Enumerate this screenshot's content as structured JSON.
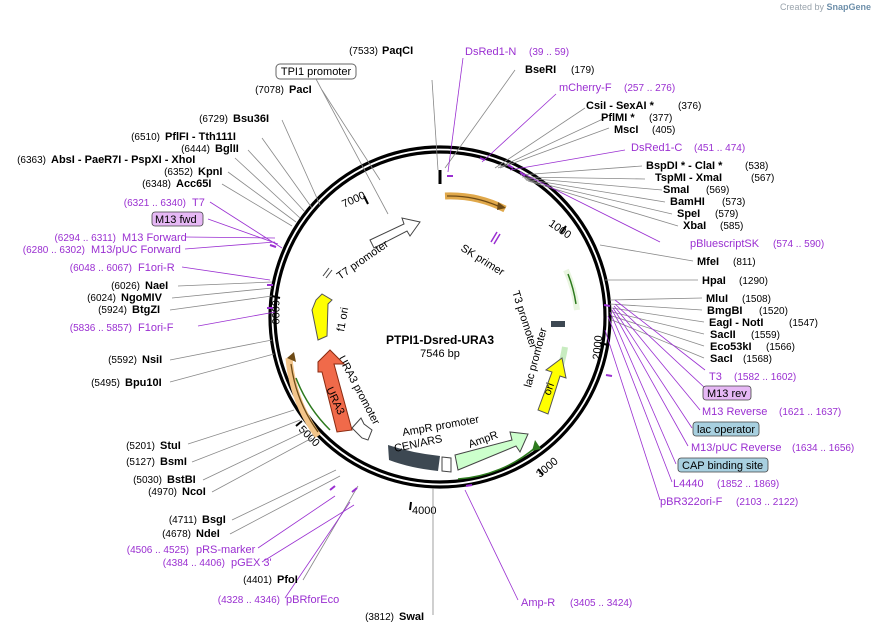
{
  "credit": {
    "prefix": "Created by",
    "brand": "SnapGene"
  },
  "plasmid": {
    "name": "PTPI1-Dsred-URA3",
    "length_label": "7546 bp",
    "length": 7546
  },
  "ticks": [
    "1000",
    "2000",
    "3000",
    "4000",
    "5000",
    "6000",
    "7000"
  ],
  "enzymes_top": [
    {
      "pos": "(7533)",
      "name": "PaqCI"
    },
    {
      "pos": "(7078)",
      "name": "PacI"
    },
    {
      "pos": "(6729)",
      "name": "Bsu36I"
    },
    {
      "pos": "(6510)",
      "name": "PflFI  -  Tth111I"
    },
    {
      "pos": "(6444)",
      "name": "BglII"
    },
    {
      "pos": "(6363)",
      "name": "AbsI  -  PaeR7I  -  PspXI  -  XhoI"
    },
    {
      "pos": "(6352)",
      "name": "KpnI"
    },
    {
      "pos": "(6348)",
      "name": "Acc65I"
    }
  ],
  "enzymes_left": [
    {
      "pos": "(6026)",
      "name": "NaeI"
    },
    {
      "pos": "(6024)",
      "name": "NgoMIV"
    },
    {
      "pos": "(5924)",
      "name": "BtgZI"
    },
    {
      "pos": "(5592)",
      "name": "NsiI"
    },
    {
      "pos": "(5495)",
      "name": "Bpu10I"
    },
    {
      "pos": "(5201)",
      "name": "StuI"
    },
    {
      "pos": "(5127)",
      "name": "BsmI"
    },
    {
      "pos": "(5030)",
      "name": "BstBI"
    },
    {
      "pos": "(4970)",
      "name": "NcoI"
    },
    {
      "pos": "(4711)",
      "name": "BsgI"
    },
    {
      "pos": "(4678)",
      "name": "NdeI"
    },
    {
      "pos": "(4401)",
      "name": "PfoI"
    },
    {
      "pos": "(3812)",
      "name": "SwaI"
    }
  ],
  "enzymes_right": [
    {
      "name": "BseRI",
      "pos": "(179)"
    },
    {
      "name": "CsiI  -  SexAI *",
      "pos": "(376)"
    },
    {
      "name": "PflMI *",
      "pos": "(377)"
    },
    {
      "name": "MscI",
      "pos": "(405)"
    },
    {
      "name": "BspDI *  -  ClaI *",
      "pos": "(538)"
    },
    {
      "name": "TspMI  -  XmaI",
      "pos": "(567)"
    },
    {
      "name": "SmaI",
      "pos": "(569)"
    },
    {
      "name": "BamHI",
      "pos": "(573)"
    },
    {
      "name": "SpeI",
      "pos": "(579)"
    },
    {
      "name": "XbaI",
      "pos": "(585)"
    },
    {
      "name": "MfeI",
      "pos": "(811)"
    },
    {
      "name": "HpaI",
      "pos": "(1290)"
    },
    {
      "name": "MluI",
      "pos": "(1508)"
    },
    {
      "name": "BmgBI",
      "pos": "(1520)"
    },
    {
      "name": "EagI  -  NotI",
      "pos": "(1547)"
    },
    {
      "name": "SacII",
      "pos": "(1559)"
    },
    {
      "name": "Eco53kI",
      "pos": "(1566)"
    },
    {
      "name": "SacI",
      "pos": "(1568)"
    }
  ],
  "primers": [
    {
      "name": "DsRed1-N",
      "pos": "(39 .. 59)"
    },
    {
      "name": "mCherry-F",
      "pos": "(257 .. 276)"
    },
    {
      "name": "DsRed1-C",
      "pos": "(451 .. 474)"
    },
    {
      "name": "pBluescriptSK",
      "pos": "(574 .. 590)"
    },
    {
      "name": "T3",
      "pos": "(1582 .. 1602)"
    },
    {
      "name": "M13 rev",
      "pos": ""
    },
    {
      "name": "M13 Reverse",
      "pos": "(1621 .. 1637)"
    },
    {
      "name": "lac operator",
      "pos": ""
    },
    {
      "name": "M13/pUC Reverse",
      "pos": "(1634 .. 1656)"
    },
    {
      "name": "CAP binding site",
      "pos": ""
    },
    {
      "name": "L4440",
      "pos": "(1852 .. 1869)"
    },
    {
      "name": "pBR322ori-F",
      "pos": "(2103 .. 2122)"
    },
    {
      "name": "Amp-R",
      "pos": "(3405 .. 3424)"
    },
    {
      "name": "pBRforEco",
      "pos": "(4328 .. 4346)"
    },
    {
      "name": "pGEX 3'",
      "pos": "(4384 .. 4406)"
    },
    {
      "name": "pRS-marker",
      "pos": "(4506 .. 4525)"
    },
    {
      "name": "F1ori-F",
      "pos": "(5836 .. 5857)"
    },
    {
      "name": "F1ori-R",
      "pos": "(6048 .. 6067)"
    },
    {
      "name": "M13/pUC Forward",
      "pos": "(6280 .. 6302)"
    },
    {
      "name": "M13 Forward",
      "pos": "(6294 .. 6311)"
    },
    {
      "name": "M13 fwd",
      "pos": ""
    },
    {
      "name": "T7",
      "pos": "(6321 .. 6340)"
    }
  ],
  "boxed_features": [
    {
      "name": "TPI1 promoter"
    }
  ],
  "features": [
    "T7 promoter",
    "SK primer",
    "T3 promoter",
    "lac promoter",
    "ori",
    "AmpR promoter",
    "AmpR",
    "CEN/ARS",
    "URA3 promoter",
    "URA3",
    "f1 ori"
  ],
  "colors": {
    "backbone": "#000000",
    "primer": "#9a2fd1",
    "dsred": "#e0a84a",
    "t7": "#ffffff",
    "ori": "#ffff00",
    "ampr": "#ccffcc",
    "ura3": "#f06a4a",
    "cen": "#3d4852",
    "primer_box": "#e6b8f5",
    "cyan_box": "#a8d0e0"
  }
}
